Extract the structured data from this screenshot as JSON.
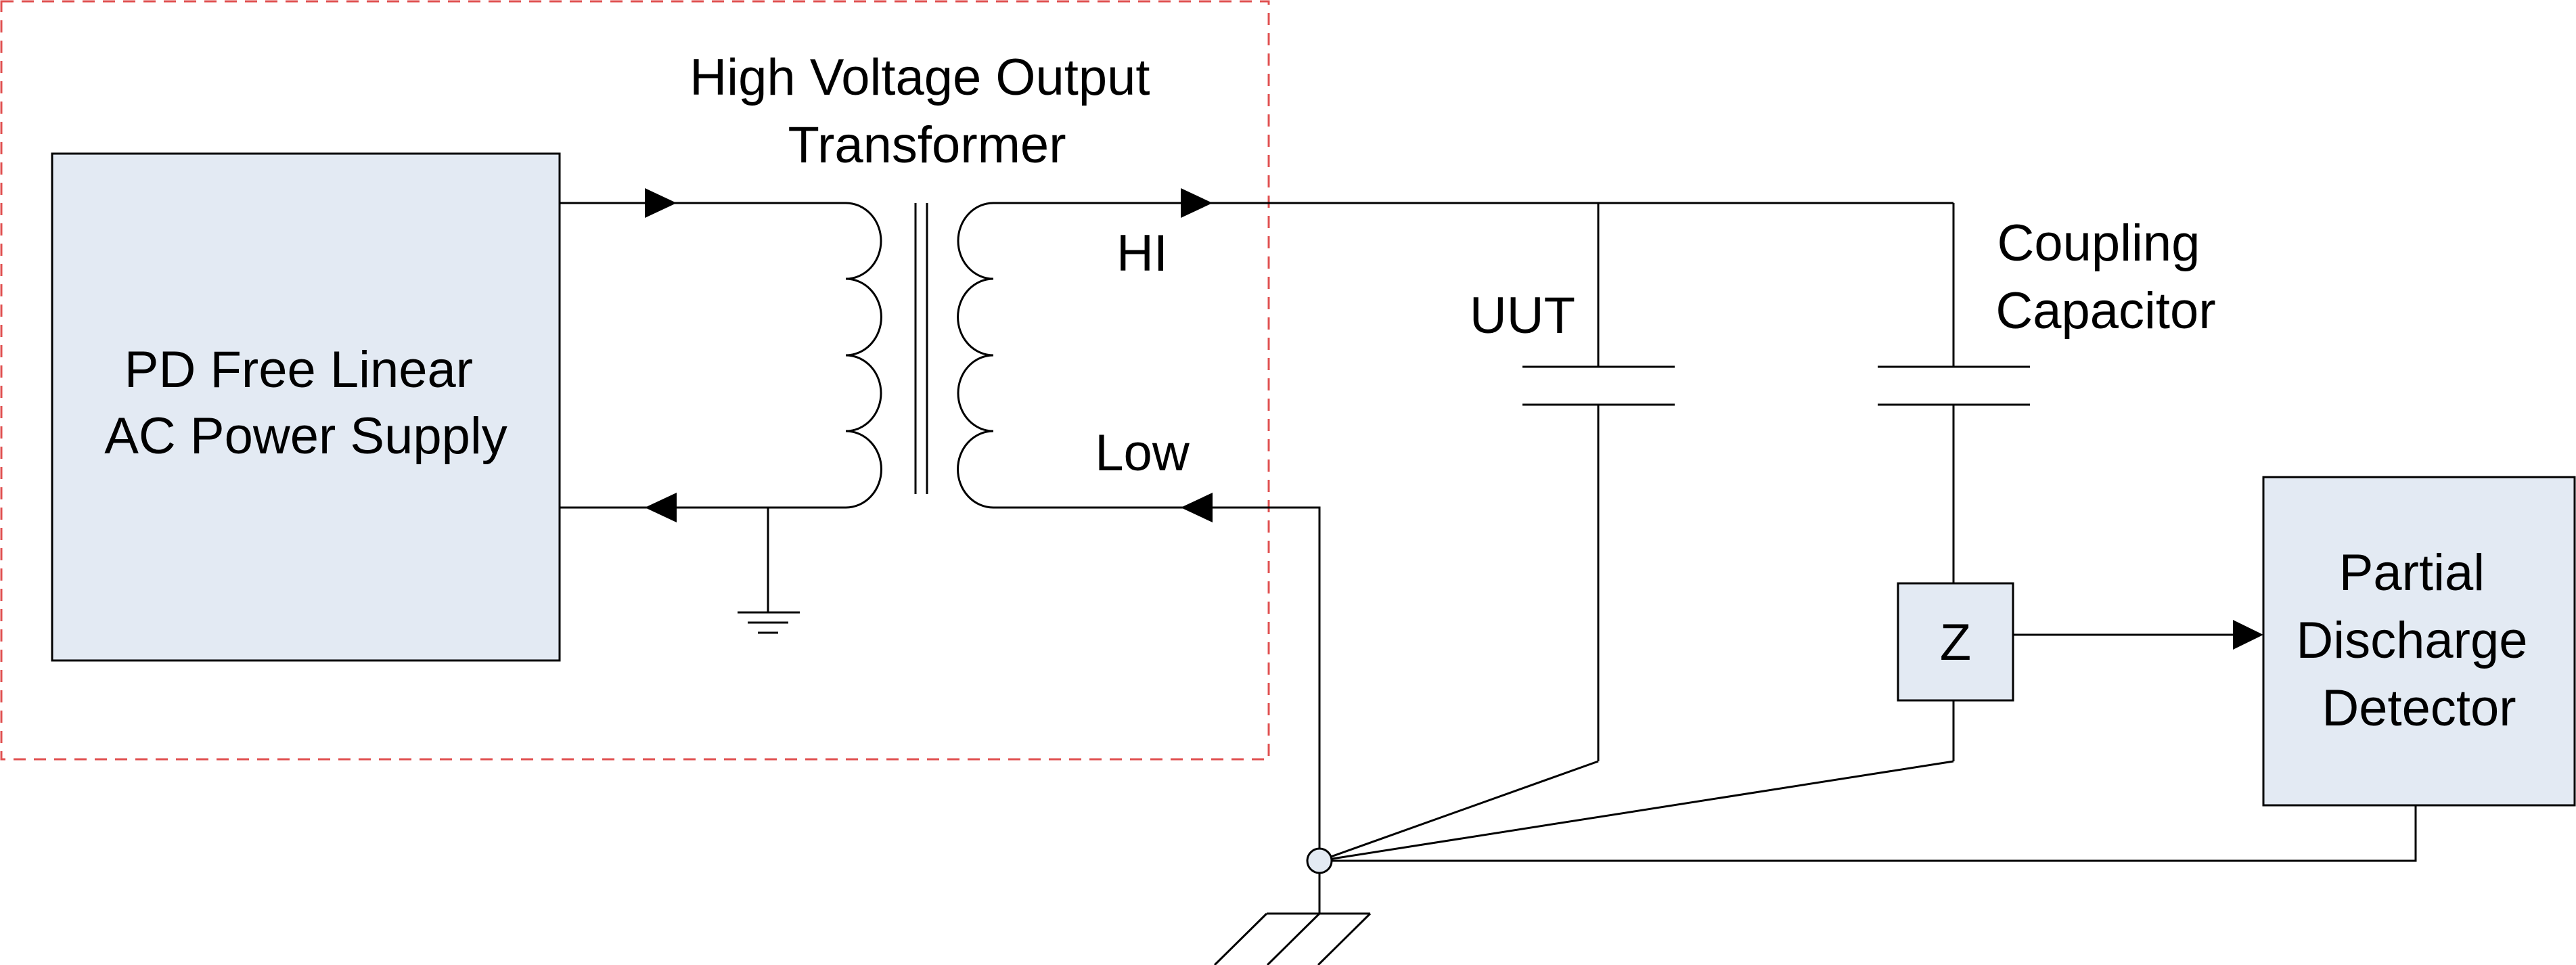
{
  "labels": {
    "power_supply": [
      "PD Free Linear",
      "AC Power Supply"
    ],
    "transformer_title": [
      "High Voltage Output",
      "Transformer"
    ],
    "hi": "HI",
    "low": "Low",
    "uut": "UUT",
    "coupling_capacitor": [
      "Coupling",
      "Capacitor"
    ],
    "impedance": "Z",
    "detector": [
      "Partial",
      "Discharge",
      "Detector"
    ]
  },
  "colors": {
    "box_fill": "#e3eaf3",
    "dashed_border": "#e05050",
    "line": "#000000"
  }
}
